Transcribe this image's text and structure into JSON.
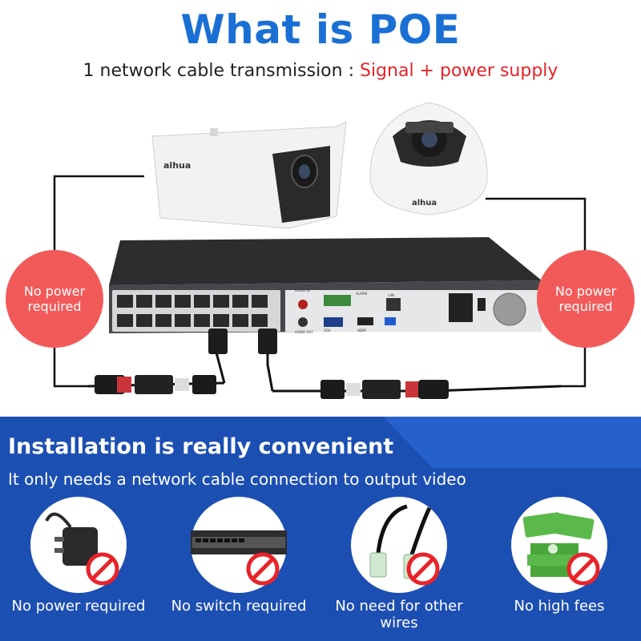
{
  "header": {
    "title": "What is POE",
    "subtitle_prefix": "1 network cable transmission : ",
    "subtitle_highlight": "Signal + power supply"
  },
  "diagram": {
    "left_badge": "No power required",
    "right_badge": "No power required",
    "bullet_camera_brand": "alhua",
    "dome_camera_brand": "alhua",
    "nvr_labels": {
      "audio_in": "AUDIO IN",
      "audio_out": "AUDIO OUT",
      "alarm": "ALARM",
      "vga": "VGA",
      "hdmi": "HDMI",
      "lan": "LAN"
    }
  },
  "installation": {
    "title": "Installation is really convenient",
    "subtitle": "It only needs a network cable connection to output video",
    "features": [
      {
        "label": "No power required",
        "icon": "power-adapter-icon"
      },
      {
        "label": "No switch required",
        "icon": "network-switch-icon"
      },
      {
        "label": "No need for other wires",
        "icon": "network-cable-icon"
      },
      {
        "label": "No high fees",
        "icon": "money-icon"
      }
    ]
  },
  "colors": {
    "title_blue": "#1a6fd4",
    "highlight_red": "#e8232a",
    "badge_red": "#f25a5a",
    "panel_blue": "#1c4fb2",
    "panel_accent": "#2f6fe0"
  }
}
